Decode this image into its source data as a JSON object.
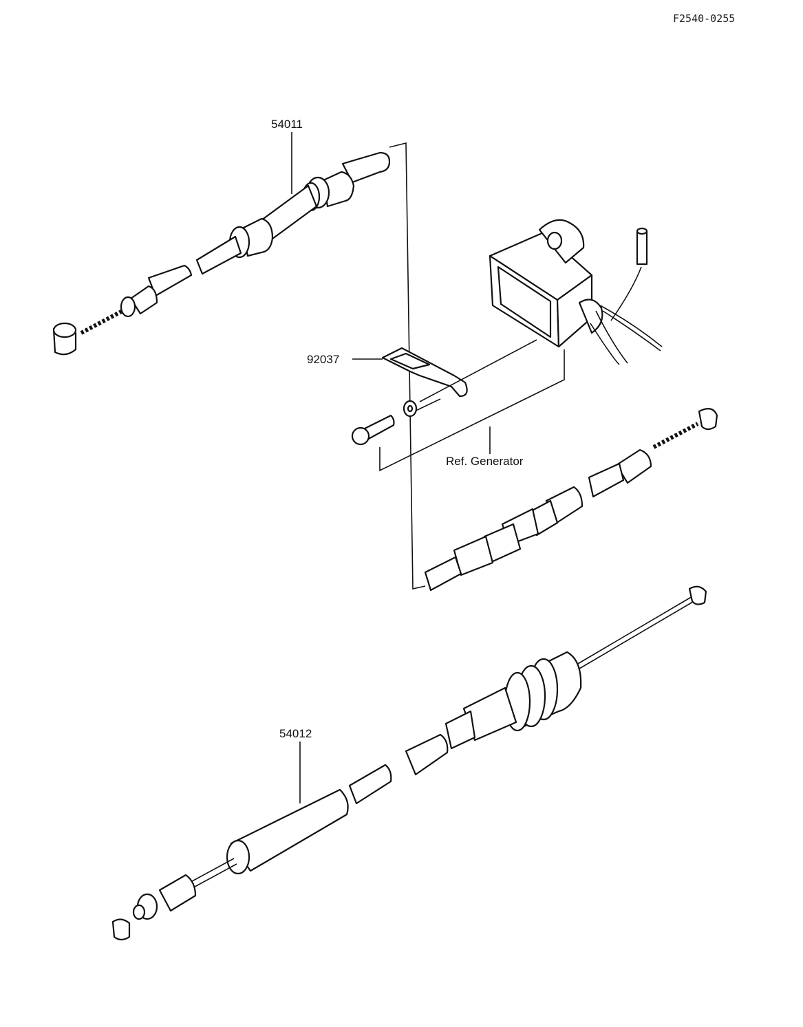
{
  "drawing_code": "F2540-0255",
  "parts": [
    {
      "number": "54011"
    },
    {
      "number": "92037"
    },
    {
      "number": "54012"
    }
  ],
  "reference_label": "Ref. Generator"
}
